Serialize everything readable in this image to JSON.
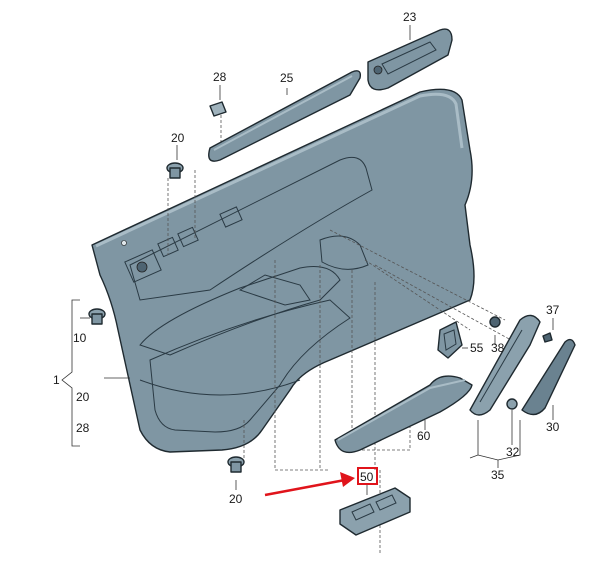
{
  "callouts": {
    "c1": "1",
    "c10": "10",
    "c20_left": "20",
    "c20_top": "20",
    "c20_bottom": "20",
    "c23": "23",
    "c25": "25",
    "c28_top": "28",
    "c28_left": "28",
    "c30": "30",
    "c32": "32",
    "c35": "35",
    "c37": "37",
    "c38": "38",
    "c50": "50",
    "c55": "55",
    "c60": "60"
  },
  "colors": {
    "panel_fill": "#7f96a3",
    "panel_dark": "#5f7785",
    "panel_light": "#a9bcc6",
    "highlight_box": "#e0141b",
    "arrow": "#e0141b"
  }
}
